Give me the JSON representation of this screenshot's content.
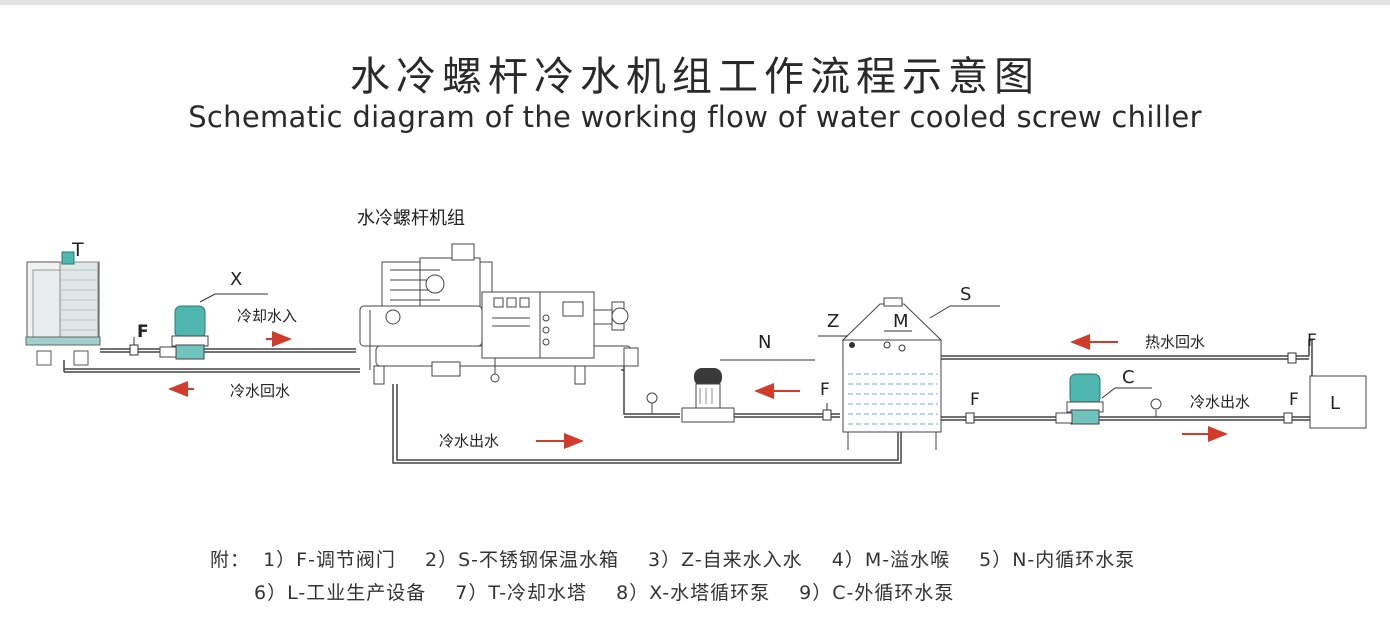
{
  "title_cn": "水冷螺杆冷水机组工作流程示意图",
  "title_en": "Schematic diagram of the working flow of water cooled screw chiller",
  "labels": {
    "chiller_unit": "水冷螺杆机组",
    "T": "T",
    "X": "X",
    "F_tower": "F",
    "cool_in": "冷却水入",
    "cool_return": "冷水回水",
    "cold_out_bottom": "冷水出水",
    "N": "N",
    "F_n": "F",
    "Z": "Z",
    "M": "M",
    "S": "S",
    "hot_return": "热水回水",
    "F_top": "F",
    "F_tank": "F",
    "C": "C",
    "cold_out_right": "冷水出水",
    "F_right": "F",
    "L": "L"
  },
  "legend": {
    "prefix": "附：",
    "row1": [
      "1）F-调节阀门",
      "2）S-不锈钢保温水箱",
      "3）Z-自来水入水",
      "4）M-溢水喉",
      "5）N-内循环水泵"
    ],
    "row2": [
      "6）L-工业生产设备",
      "7）T-冷却水塔",
      "8）X-水塔循环泵",
      "9）C-外循环水泵"
    ]
  },
  "colors": {
    "arrow": "#d23a2a",
    "pump": "#4fb6b0",
    "water": "#5ab8c8",
    "line": "#444444"
  }
}
